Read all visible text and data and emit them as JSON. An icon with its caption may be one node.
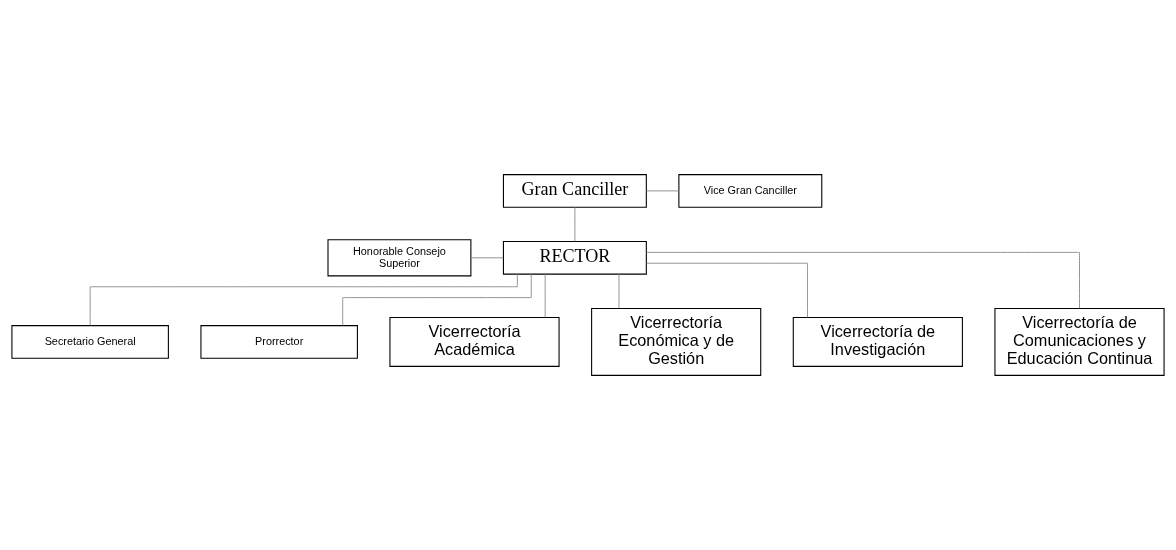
{
  "diagram": {
    "nodes": [
      {
        "text": [
          "Gran Canciller"
        ]
      },
      {
        "text": [
          "Vice Gran Canciller"
        ]
      },
      {
        "text": [
          "Honorable Consejo Superior"
        ]
      },
      {
        "text": [
          "RECTOR"
        ]
      },
      {
        "text": [
          "Secretario General"
        ]
      },
      {
        "text": [
          "Prorrector"
        ]
      },
      {
        "text": [
          "Vicerrectoría Académica"
        ]
      },
      {
        "text": [
          "Vicerrectoría Económica y de Gestión"
        ]
      },
      {
        "text": [
          "Vicerrectoría de Investigación"
        ]
      },
      {
        "text": [
          "Vicerrectoría de Comunicaciones y Educación Continua"
        ]
      }
    ],
    "edges": [
      {
        "from": 0,
        "to": 3,
        "arrow": "none"
      },
      {
        "from": 0,
        "to": 1,
        "arrow": "none"
      },
      {
        "from": 2,
        "to": 3,
        "arrow": "none"
      },
      {
        "from": 3,
        "to": 4,
        "arrow": "none"
      },
      {
        "from": 3,
        "to": 5,
        "arrow": "none"
      },
      {
        "from": 3,
        "to": 6,
        "arrow": "none"
      },
      {
        "from": 3,
        "to": 7,
        "arrow": "none"
      },
      {
        "from": 3,
        "to": 8,
        "arrow": "none"
      },
      {
        "from": 3,
        "to": 9,
        "arrow": "none"
      }
    ]
  }
}
